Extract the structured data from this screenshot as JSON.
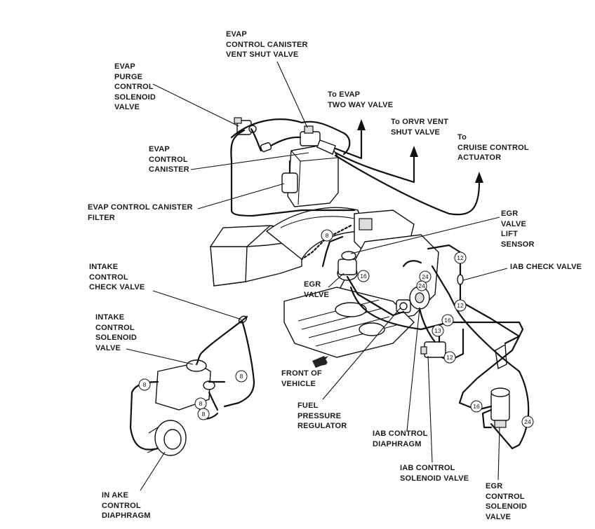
{
  "labels": {
    "evap_vent_shut": "EVAP\nCONTROL CANISTER\nVENT SHUT VALVE",
    "evap_purge": "EVAP\nPURGE\nCONTROL\nSOLENOID\nVALVE",
    "to_evap_two_way": "To EVAP\nTWO WAY VALVE",
    "to_orvr": "To ORVR VENT\nSHUT VALVE",
    "to_cruise": "To\nCRUISE CONTROL\nACTUATOR",
    "evap_canister": "EVAP\nCONTROL\nCANISTER",
    "evap_filter": "EVAP CONTROL CANISTER\nFILTER",
    "egr_lift": "EGR\nVALVE\nLIFT\nSENSOR",
    "intake_check": "INTAKE\nCONTROL\nCHECK VALVE",
    "iab_check": "IAB CHECK VALVE",
    "egr_valve": "EGR\nVALVE",
    "intake_solenoid": "INTAKE\nCONTROL\nSOLENOID\nVALVE",
    "front": "FRONT OF\nVEHICLE",
    "fuel_reg": "FUEL\nPRESSURE\nREGULATOR",
    "iab_diaphragm": "IAB CONTROL\nDIAPHRAGM",
    "iab_solenoid": "IAB CONTROL\nSOLENOID VALVE",
    "egr_solenoid": "EGR\nCONTROL\nSOLENOID\nVALVE",
    "intake_diaphragm": "IN AKE\nCONTROL\nDIAPHRAGM"
  },
  "hose_numbers": {
    "h8a": "8",
    "h8b": "8",
    "h8c": "8",
    "h8d": "8",
    "h8e": "8",
    "h16a": "16",
    "h16b": "16",
    "h16c": "16",
    "h24a": "24",
    "h24b": "24",
    "h24c": "24",
    "h12a": "12",
    "h12b": "12",
    "h12c": "12",
    "h13": "13"
  }
}
